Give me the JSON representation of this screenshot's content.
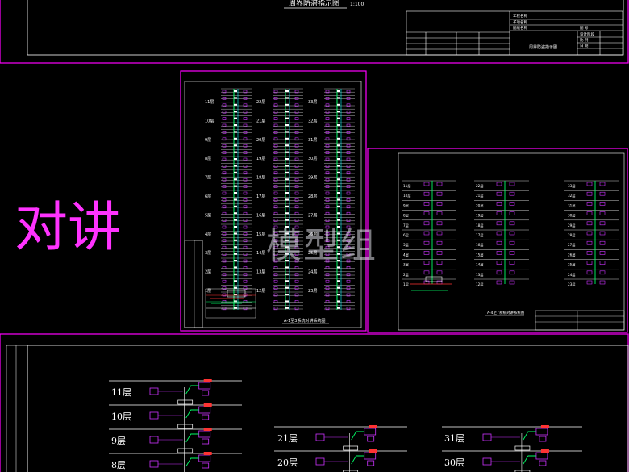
{
  "sheet_top": {
    "title": "周界防盗指示图",
    "scale": "1:100",
    "title_block_rows": [
      "工程名称",
      "子项名称",
      "图纸名称"
    ],
    "title_block_right": [
      "图 号",
      "设计阶段",
      "比 例",
      "日 期"
    ],
    "title_block_drawing": "周界防盗指示图"
  },
  "big_label": "对讲",
  "watermark": "模型组",
  "panel_a": {
    "caption": "A-1至3系统对讲系统图",
    "col1_floors": [
      "11层",
      "10层",
      "9层",
      "8层",
      "7层",
      "6层",
      "5层",
      "4层",
      "3层",
      "2层",
      "1层"
    ],
    "col2_floors": [
      "22层",
      "21层",
      "20层",
      "19层",
      "18层",
      "17层",
      "16层",
      "15层",
      "14层",
      "13层",
      "12层"
    ],
    "col3_floors": [
      "33层",
      "32层",
      "31层",
      "30层",
      "29层",
      "28层",
      "27层",
      "26层",
      "25层",
      "24层",
      "23层"
    ]
  },
  "panel_b": {
    "caption": "A-4至7系统对讲系统图",
    "col1_floors": [
      "11层",
      "10层",
      "9层",
      "8层",
      "7层",
      "6层",
      "5层",
      "4层",
      "3层",
      "2层",
      "1层"
    ],
    "col2_floors": [
      "22层",
      "21层",
      "20层",
      "19层",
      "18层",
      "17层",
      "16层",
      "15层",
      "14层",
      "13层",
      "12层"
    ],
    "col3_floors": [
      "33层",
      "32层",
      "31层",
      "30层",
      "29层",
      "28层",
      "27层",
      "26层",
      "25层",
      "24层",
      "23层"
    ]
  },
  "panel_c": {
    "left_floors": [
      "11层",
      "10层",
      "9层",
      "8层"
    ],
    "mid_floors": [
      "21层",
      "20层"
    ],
    "right_floors": [
      "31层",
      "30层"
    ]
  },
  "colors": {
    "frame": "#ff00ff",
    "wire": "#00ff66",
    "line": "#ffffff",
    "device": "#cc33ff",
    "accent": "#ff3333",
    "cyan": "#00ffff"
  }
}
